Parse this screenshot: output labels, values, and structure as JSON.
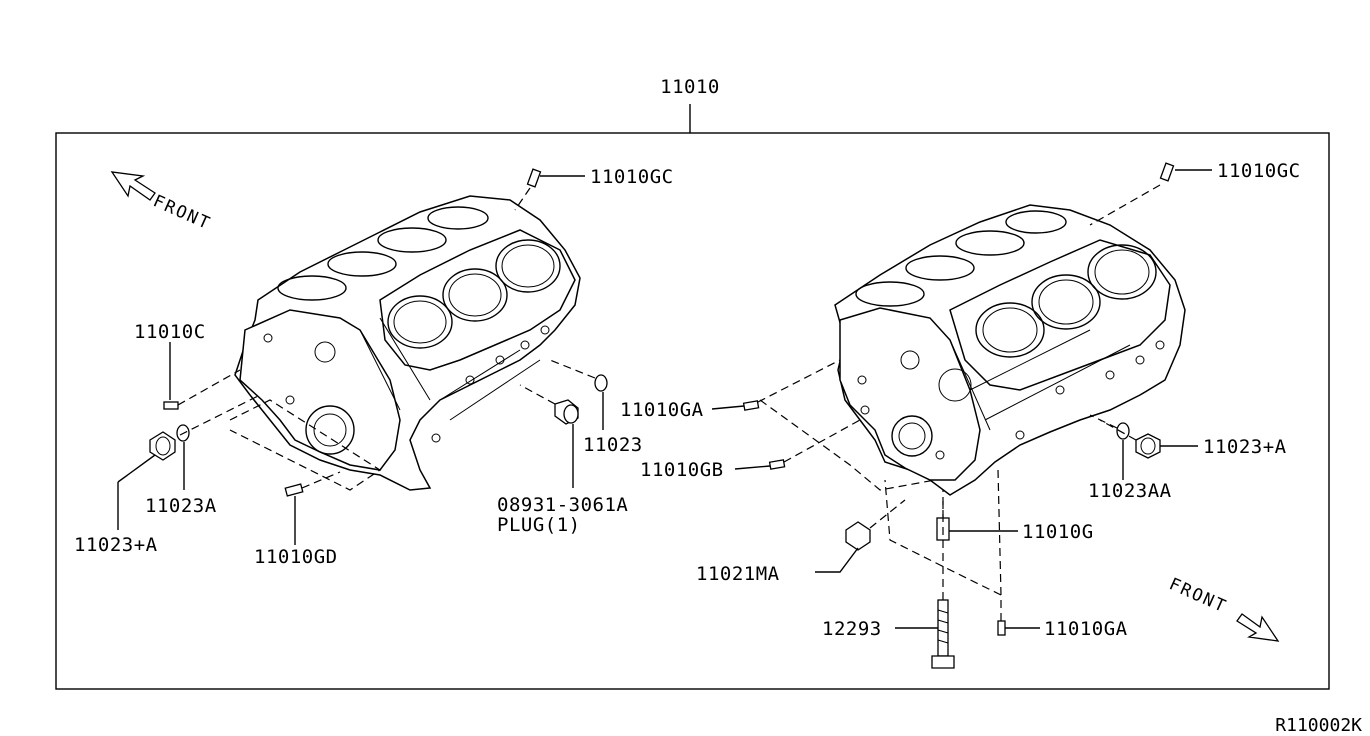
{
  "main_part_number": "11010",
  "diagram_code": "R110002K",
  "front_label": "FRONT",
  "left_assembly": {
    "labels": {
      "gc": "11010GC",
      "c": "11010C",
      "p11023": "11023",
      "p11023a": "11023A",
      "p11023plusa": "11023+A",
      "gd": "11010GD",
      "plug_part": "08931-3061A",
      "plug_desc": "PLUG(1)"
    }
  },
  "right_assembly": {
    "labels": {
      "gc": "11010GC",
      "ga_upper": "11010GA",
      "gb": "11010GB",
      "p11023plusa": "11023+A",
      "p11023aa": "11023AA",
      "g": "11010G",
      "ma": "11021MA",
      "p12293": "12293",
      "ga_lower": "11010GA"
    }
  }
}
